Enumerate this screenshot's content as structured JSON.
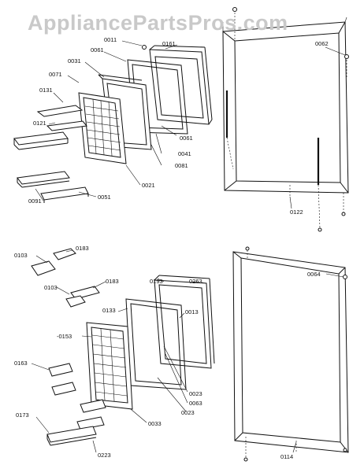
{
  "watermark": "AppliancePartsPros.com",
  "labels": {
    "p0011": "0011",
    "p0161": "0161",
    "p0062": "0062",
    "p0061a": "0061",
    "p0031": "0031",
    "p0071": "0071",
    "p0131": "0131",
    "p0121": "0121",
    "p0061b": "0061",
    "p0041": "0041",
    "p0081": "0081",
    "p0021": "0021",
    "p0051": "0051",
    "p0091": "0091",
    "p0122": "0122",
    "p0103a": "0103",
    "p0183a": "0183",
    "p0103b": "0103",
    "p0183b": "0183",
    "p0193": "0193",
    "p0263": "0263",
    "p0064": "0064",
    "p0133": "0133",
    "p0013": "0013",
    "p0153": "-0153",
    "p0163": "0163",
    "p0023a": "0023",
    "p0063": "0063",
    "p0023b": "0023",
    "p0173": "0173",
    "p0033": "0033",
    "p0223": "0223",
    "p0114": "0114"
  }
}
